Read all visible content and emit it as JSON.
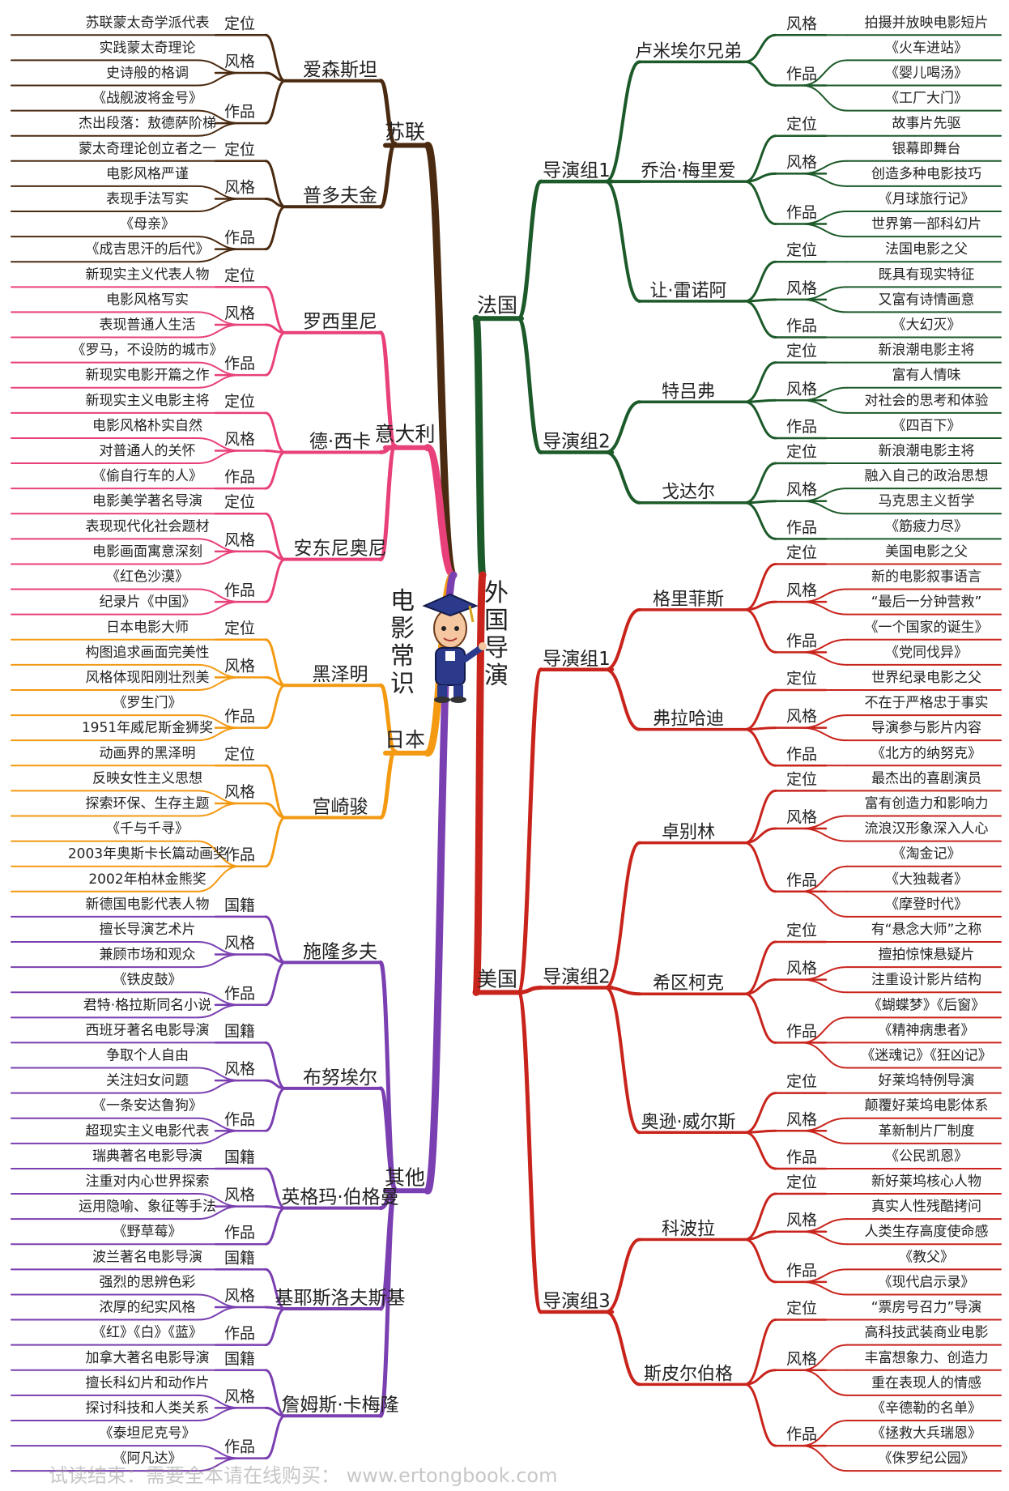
{
  "center": {
    "left_title": "电影常识",
    "right_title": "外国导演"
  },
  "colors": {
    "soviet": "#4a2a10",
    "italy": "#e8407a",
    "japan": "#f39a12",
    "others": "#7a3fb0",
    "france": "#1c5a2a",
    "usa": "#c8241c"
  },
  "left": [
    {
      "id": "soviet",
      "label": "苏联",
      "colorKey": "soviet",
      "directors": [
        {
          "name": "爱森斯坦",
          "groups": [
            {
              "label": "定位",
              "items": [
                "苏联蒙太奇学派代表"
              ]
            },
            {
              "label": "风格",
              "items": [
                "实践蒙太奇理论",
                "史诗般的格调"
              ]
            },
            {
              "label": "作品",
              "items": [
                "《战舰波将金号》",
                "杰出段落：敖德萨阶梯"
              ]
            }
          ]
        },
        {
          "name": "普多夫金",
          "groups": [
            {
              "label": "定位",
              "items": [
                "蒙太奇理论创立者之一"
              ]
            },
            {
              "label": "风格",
              "items": [
                "电影风格严谨",
                "表现手法写实"
              ]
            },
            {
              "label": "作品",
              "items": [
                "《母亲》",
                "《成吉思汗的后代》"
              ]
            }
          ]
        }
      ]
    },
    {
      "id": "italy",
      "label": "意大利",
      "colorKey": "italy",
      "directors": [
        {
          "name": "罗西里尼",
          "groups": [
            {
              "label": "定位",
              "items": [
                "新现实主义代表人物"
              ]
            },
            {
              "label": "风格",
              "items": [
                "电影风格写实",
                "表现普通人生活"
              ]
            },
            {
              "label": "作品",
              "items": [
                "《罗马，不设防的城市》",
                "新现实电影开篇之作"
              ]
            }
          ]
        },
        {
          "name": "德·西卡",
          "groups": [
            {
              "label": "定位",
              "items": [
                "新现实主义电影主将"
              ]
            },
            {
              "label": "风格",
              "items": [
                "电影风格朴实自然",
                "对普通人的关怀"
              ]
            },
            {
              "label": "作品",
              "items": [
                "《偷自行车的人》"
              ]
            }
          ]
        },
        {
          "name": "安东尼奥尼",
          "groups": [
            {
              "label": "定位",
              "items": [
                "电影美学著名导演"
              ]
            },
            {
              "label": "风格",
              "items": [
                "表现现代化社会题材",
                "电影画面寓意深刻"
              ]
            },
            {
              "label": "作品",
              "items": [
                "《红色沙漠》",
                "纪录片《中国》"
              ]
            }
          ]
        }
      ]
    },
    {
      "id": "japan",
      "label": "日本",
      "colorKey": "japan",
      "directors": [
        {
          "name": "黑泽明",
          "groups": [
            {
              "label": "定位",
              "items": [
                "日本电影大师"
              ]
            },
            {
              "label": "风格",
              "items": [
                "构图追求画面完美性",
                "风格体现阳刚壮烈美"
              ]
            },
            {
              "label": "作品",
              "items": [
                "《罗生门》",
                "1951年威尼斯金狮奖"
              ]
            }
          ]
        },
        {
          "name": "宫崎骏",
          "groups": [
            {
              "label": "定位",
              "items": [
                "动画界的黑泽明"
              ]
            },
            {
              "label": "风格",
              "items": [
                "反映女性主义思想",
                "探索环保、生存主题"
              ]
            },
            {
              "label": "作品",
              "items": [
                "《千与千寻》",
                "2003年奥斯卡长篇动画奖",
                "2002年柏林金熊奖"
              ]
            }
          ]
        }
      ]
    },
    {
      "id": "others",
      "label": "其他",
      "colorKey": "others",
      "directors": [
        {
          "name": "施隆多夫",
          "groups": [
            {
              "label": "国籍",
              "items": [
                "新德国电影代表人物"
              ]
            },
            {
              "label": "风格",
              "items": [
                "擅长导演艺术片",
                "兼顾市场和观众"
              ]
            },
            {
              "label": "作品",
              "items": [
                "《铁皮鼓》",
                "君特·格拉斯同名小说"
              ]
            }
          ]
        },
        {
          "name": "布努埃尔",
          "groups": [
            {
              "label": "国籍",
              "items": [
                "西班牙著名电影导演"
              ]
            },
            {
              "label": "风格",
              "items": [
                "争取个人自由",
                "关注妇女问题"
              ]
            },
            {
              "label": "作品",
              "items": [
                "《一条安达鲁狗》",
                "超现实主义电影代表"
              ]
            }
          ]
        },
        {
          "name": "英格玛·伯格曼",
          "groups": [
            {
              "label": "国籍",
              "items": [
                "瑞典著名电影导演"
              ]
            },
            {
              "label": "风格",
              "items": [
                "注重对内心世界探索",
                "运用隐喻、象征等手法"
              ]
            },
            {
              "label": "作品",
              "items": [
                "《野草莓》"
              ]
            }
          ]
        },
        {
          "name": "基耶斯洛夫斯基",
          "groups": [
            {
              "label": "国籍",
              "items": [
                "波兰著名电影导演"
              ]
            },
            {
              "label": "风格",
              "items": [
                "强烈的思辨色彩",
                "浓厚的纪实风格"
              ]
            },
            {
              "label": "作品",
              "items": [
                "《红》《白》《蓝》"
              ]
            }
          ]
        },
        {
          "name": "詹姆斯·卡梅隆",
          "groups": [
            {
              "label": "国籍",
              "items": [
                "加拿大著名电影导演"
              ]
            },
            {
              "label": "风格",
              "items": [
                "擅长科幻片和动作片",
                "探讨科技和人类关系"
              ]
            },
            {
              "label": "作品",
              "items": [
                "《泰坦尼克号》",
                "《阿凡达》"
              ]
            }
          ]
        }
      ]
    }
  ],
  "right": [
    {
      "id": "france",
      "label": "法国",
      "colorKey": "france",
      "subgroups": [
        {
          "label": "导演组1",
          "directors": [
            {
              "name": "卢米埃尔兄弟",
              "groups": [
                {
                  "label": "风格",
                  "items": [
                    "拍摄并放映电影短片"
                  ]
                },
                {
                  "label": "作品",
                  "items": [
                    "《火车进站》",
                    "《婴儿喝汤》",
                    "《工厂大门》"
                  ]
                }
              ]
            },
            {
              "name": "乔治·梅里爱",
              "groups": [
                {
                  "label": "定位",
                  "items": [
                    "故事片先驱"
                  ]
                },
                {
                  "label": "风格",
                  "items": [
                    "银幕即舞台",
                    "创造多种电影技巧"
                  ]
                },
                {
                  "label": "作品",
                  "items": [
                    "《月球旅行记》",
                    "世界第一部科幻片"
                  ]
                }
              ]
            },
            {
              "name": "让·雷诺阿",
              "groups": [
                {
                  "label": "定位",
                  "items": [
                    "法国电影之父"
                  ]
                },
                {
                  "label": "风格",
                  "items": [
                    "既具有现实特征",
                    "又富有诗情画意"
                  ]
                },
                {
                  "label": "作品",
                  "items": [
                    "《大幻灭》"
                  ]
                }
              ]
            }
          ]
        },
        {
          "label": "导演组2",
          "directors": [
            {
              "name": "特吕弗",
              "groups": [
                {
                  "label": "定位",
                  "items": [
                    "新浪潮电影主将"
                  ]
                },
                {
                  "label": "风格",
                  "items": [
                    "富有人情味",
                    "对社会的思考和体验"
                  ]
                },
                {
                  "label": "作品",
                  "items": [
                    "《四百下》"
                  ]
                }
              ]
            },
            {
              "name": "戈达尔",
              "groups": [
                {
                  "label": "定位",
                  "items": [
                    "新浪潮电影主将"
                  ]
                },
                {
                  "label": "风格",
                  "items": [
                    "融入自己的政治思想",
                    "马克思主义哲学"
                  ]
                },
                {
                  "label": "作品",
                  "items": [
                    "《筋疲力尽》"
                  ]
                }
              ]
            }
          ]
        }
      ]
    },
    {
      "id": "usa",
      "label": "美国",
      "colorKey": "usa",
      "subgroups": [
        {
          "label": "导演组1",
          "directors": [
            {
              "name": "格里菲斯",
              "groups": [
                {
                  "label": "定位",
                  "items": [
                    "美国电影之父"
                  ]
                },
                {
                  "label": "风格",
                  "items": [
                    "新的电影叙事语言",
                    "“最后一分钟营救”"
                  ]
                },
                {
                  "label": "作品",
                  "items": [
                    "《一个国家的诞生》",
                    "《党同伐异》"
                  ]
                }
              ]
            },
            {
              "name": "弗拉哈迪",
              "groups": [
                {
                  "label": "定位",
                  "items": [
                    "世界纪录电影之父"
                  ]
                },
                {
                  "label": "风格",
                  "items": [
                    "不在于严格忠于事实",
                    "导演参与影片内容"
                  ]
                },
                {
                  "label": "作品",
                  "items": [
                    "《北方的纳努克》"
                  ]
                }
              ]
            }
          ]
        },
        {
          "label": "导演组2",
          "directors": [
            {
              "name": "卓别林",
              "groups": [
                {
                  "label": "定位",
                  "items": [
                    "最杰出的喜剧演员"
                  ]
                },
                {
                  "label": "风格",
                  "items": [
                    "富有创造力和影响力",
                    "流浪汉形象深入人心"
                  ]
                },
                {
                  "label": "作品",
                  "items": [
                    "《淘金记》",
                    "《大独裁者》",
                    "《摩登时代》"
                  ]
                }
              ]
            },
            {
              "name": "希区柯克",
              "groups": [
                {
                  "label": "定位",
                  "items": [
                    "有“悬念大师”之称"
                  ]
                },
                {
                  "label": "风格",
                  "items": [
                    "擅拍惊悚悬疑片",
                    "注重设计影片结构"
                  ]
                },
                {
                  "label": "作品",
                  "items": [
                    "《蝴蝶梦》《后窗》",
                    "《精神病患者》",
                    "《迷魂记》《狂凶记》"
                  ]
                }
              ]
            },
            {
              "name": "奥逊·威尔斯",
              "groups": [
                {
                  "label": "定位",
                  "items": [
                    "好莱坞特例导演"
                  ]
                },
                {
                  "label": "风格",
                  "items": [
                    "颠覆好莱坞电影体系",
                    "革新制片厂制度"
                  ]
                },
                {
                  "label": "作品",
                  "items": [
                    "《公民凯恩》"
                  ]
                }
              ]
            }
          ]
        },
        {
          "label": "导演组3",
          "directors": [
            {
              "name": "科波拉",
              "groups": [
                {
                  "label": "定位",
                  "items": [
                    "新好莱坞核心人物"
                  ]
                },
                {
                  "label": "风格",
                  "items": [
                    "真实人性残酷拷问",
                    "人类生存高度使命感"
                  ]
                },
                {
                  "label": "作品",
                  "items": [
                    "《教父》",
                    "《现代启示录》"
                  ]
                }
              ]
            },
            {
              "name": "斯皮尔伯格",
              "groups": [
                {
                  "label": "定位",
                  "items": [
                    "“票房号召力”导演"
                  ]
                },
                {
                  "label": "风格",
                  "items": [
                    "高科技武装商业电影",
                    "丰富想象力、创造力",
                    "重在表现人的情感"
                  ]
                },
                {
                  "label": "作品",
                  "items": [
                    "《辛德勒的名单》",
                    "《拯救大兵瑞恩》",
                    "《侏罗纪公园》"
                  ]
                }
              ]
            }
          ]
        }
      ]
    }
  ],
  "watermark": "试读结束：需要全本请在线购买： www.ertongbook.com"
}
